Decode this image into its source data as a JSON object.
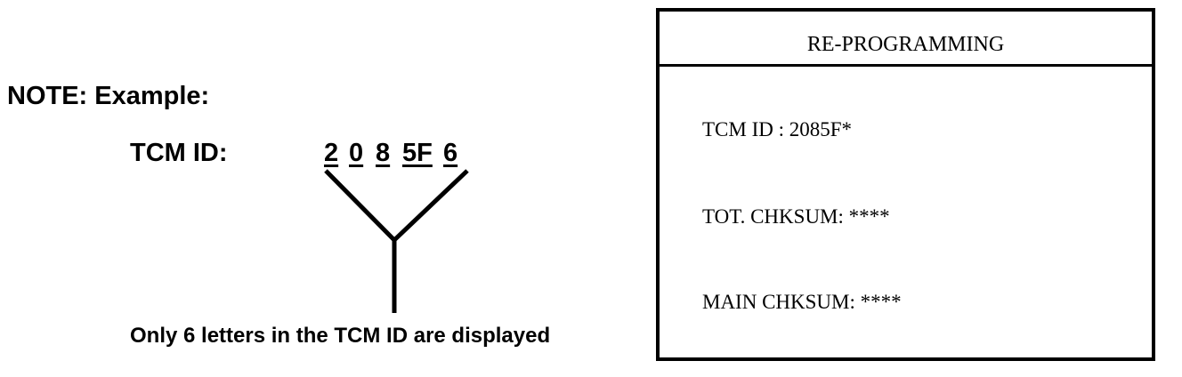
{
  "note": {
    "heading": "NOTE:  Example:",
    "tcm_label": "TCM ID:",
    "id_digits": [
      "2",
      "0",
      "8",
      "5F",
      "6"
    ],
    "caption": "Only 6 letters in the TCM ID are displayed"
  },
  "screen": {
    "title": "RE-PROGRAMMING",
    "lines": [
      "TCM ID : 2085F*",
      "TOT. CHKSUM: ****",
      "MAIN CHKSUM: ****"
    ]
  }
}
